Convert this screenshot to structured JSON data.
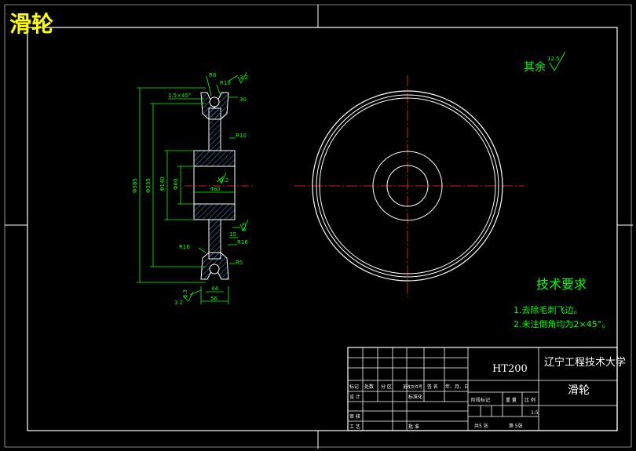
{
  "title": "滑轮",
  "roughness_note": {
    "label": "其余",
    "value": "12.5"
  },
  "tech_requirements": {
    "heading": "技术要求",
    "items": [
      "1.去除毛刺飞边。",
      "2.未注倒角均为2×45°。"
    ]
  },
  "dimensions": {
    "r8": "R8",
    "r10": "R10",
    "chamfer": "1.5×45°",
    "r10b": "R10",
    "r16": "R16",
    "r16b": "R16",
    "r5": "R5",
    "val_3_2": "3.2",
    "val_6_3": "6.3",
    "val_30": "30",
    "val_15": "15",
    "val_44": "44",
    "val_56": "56",
    "d_outer": "Φ385",
    "d_mid": "Φ335",
    "d_hub": "Φ140",
    "d_bore": "Φ60",
    "ra_left": "6.3",
    "ra_bottom": "3.2"
  },
  "title_block": {
    "material": "HT200",
    "school": "辽宁工程技术大学",
    "part_name": "滑轮",
    "scale": "1:5",
    "row_labels": [
      "标记",
      "处数",
      "分 区",
      "更改文件号",
      "签 名",
      "年、月、日"
    ],
    "designer_label": "设 计",
    "standard_label": "标准化",
    "review_label": "审 核",
    "process_label": "工 艺",
    "approve_label": "批 准",
    "stage_label": "阶段标记",
    "weight_label": "重 量",
    "ratio_label": "比 例",
    "sheet_total": "共5 张",
    "sheet_no": "第 5张"
  }
}
